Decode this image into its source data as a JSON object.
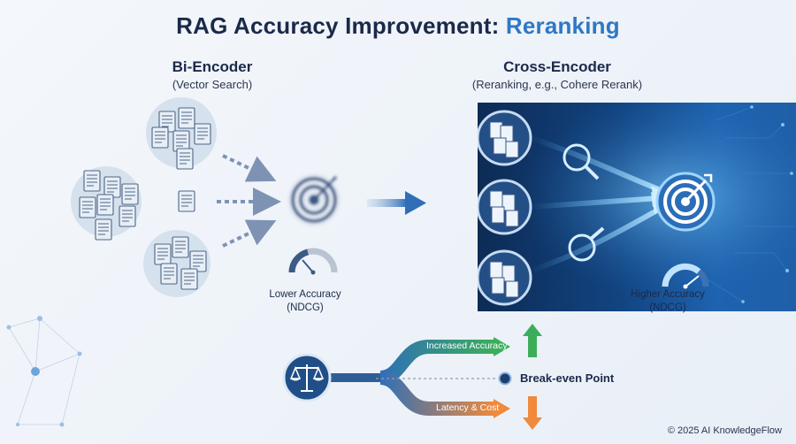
{
  "title": {
    "main": "RAG Accuracy Improvement: ",
    "accent": "Reranking"
  },
  "left": {
    "heading": "Bi-Encoder",
    "subheading": "(Vector Search)",
    "accuracy_label": "Lower Accuracy",
    "accuracy_metric": "(NDCG)"
  },
  "right": {
    "heading": "Cross-Encoder",
    "subheading": "(Reranking, e.g., Cohere Rerank)",
    "accuracy_label": "Higher Accuracy",
    "accuracy_metric": "(NDCG)"
  },
  "tradeoff": {
    "up_label": "Increased Accuracy",
    "down_label": "Latency & Cost",
    "point_label": "Break-even Point"
  },
  "footer": "© 2025 AI KnowledgeFlow",
  "icons": [
    "document-cluster-icon",
    "target-icon",
    "gauge-icon",
    "scale-icon",
    "magnifier-icon",
    "arrow-up-icon",
    "arrow-down-icon"
  ],
  "colors": {
    "accent": "#2f78c4",
    "panel_dark": "#0d2b55",
    "up_arrow": "#3cae5b",
    "down_arrow": "#f08a3c"
  }
}
